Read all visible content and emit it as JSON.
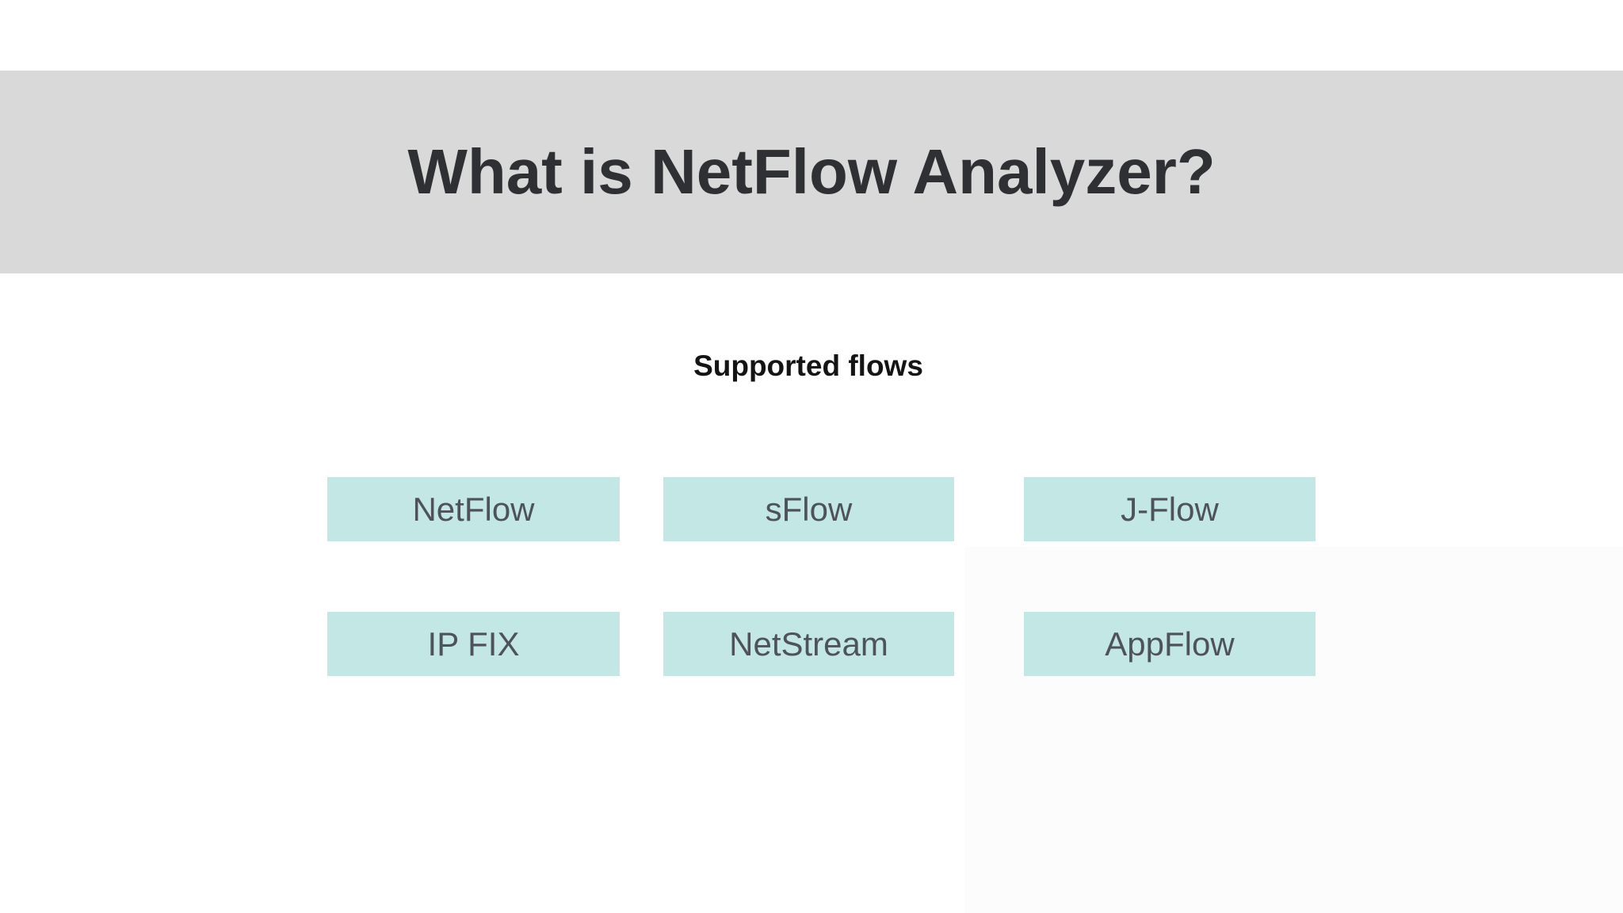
{
  "header": {
    "title": "What is NetFlow Analyzer?"
  },
  "section": {
    "heading": "Supported flows"
  },
  "flows": {
    "row1": [
      "NetFlow",
      "sFlow",
      "J-Flow"
    ],
    "row2": [
      "IP FIX",
      "NetStream",
      "AppFlow"
    ]
  },
  "colors": {
    "header_band": "#d9d9d9",
    "title_text": "#2e3033",
    "heading_text": "#141414",
    "box_fill": "#c3e7e5",
    "box_text": "#4d5359",
    "page_background": "#ffffff"
  }
}
